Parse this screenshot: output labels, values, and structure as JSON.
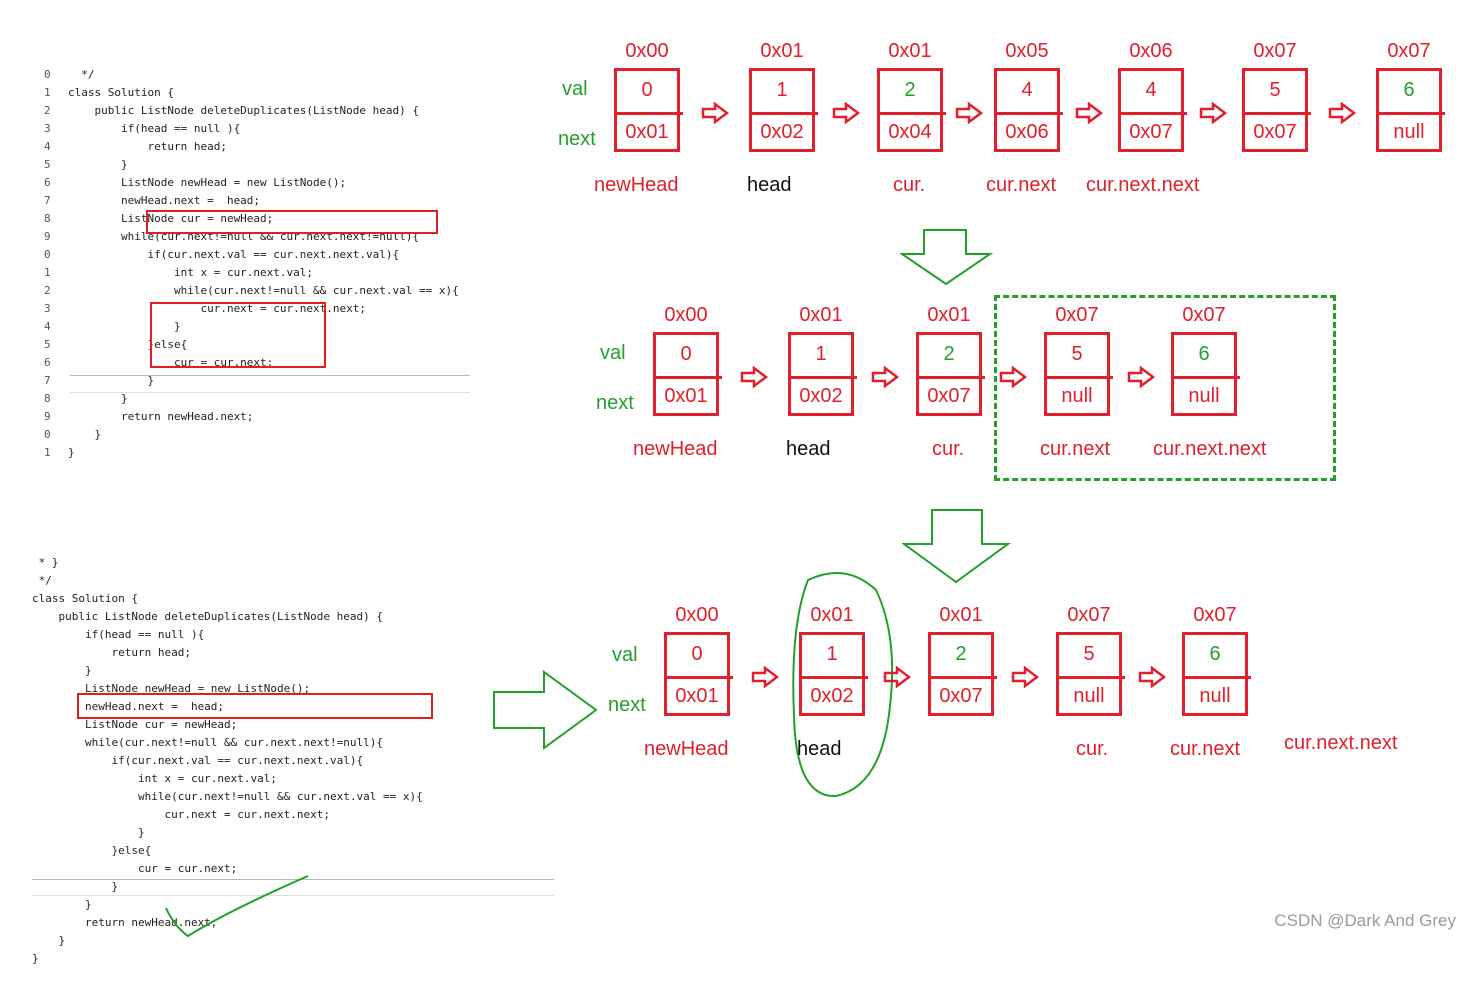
{
  "code_top": {
    "lines": [
      {
        "n": "0",
        "t": "  */"
      },
      {
        "n": "1",
        "t": "class Solution {"
      },
      {
        "n": "2",
        "t": "    public ListNode deleteDuplicates(ListNode head) {"
      },
      {
        "n": "3",
        "t": "        if(head == null ){"
      },
      {
        "n": "4",
        "t": "            return head;"
      },
      {
        "n": "5",
        "t": "        }"
      },
      {
        "n": "6",
        "t": "        ListNode newHead = new ListNode();"
      },
      {
        "n": "7",
        "t": "        newHead.next =  head;"
      },
      {
        "n": "8",
        "t": "        ListNode cur = newHead;"
      },
      {
        "n": "9",
        "t": "        while(cur.next!=null && cur.next.next!=null){"
      },
      {
        "n": "0",
        "t": "            if(cur.next.val == cur.next.next.val){"
      },
      {
        "n": "1",
        "t": "                int x = cur.next.val;"
      },
      {
        "n": "2",
        "t": "                while(cur.next!=null && cur.next.val == x){"
      },
      {
        "n": "3",
        "t": "                    cur.next = cur.next.next;"
      },
      {
        "n": "4",
        "t": "                }"
      },
      {
        "n": "5",
        "t": "            }else{"
      },
      {
        "n": "6",
        "t": "                cur = cur.next;"
      },
      {
        "n": "7",
        "t": "            }"
      },
      {
        "n": "8",
        "t": "        }"
      },
      {
        "n": "9",
        "t": "        return newHead.next;"
      },
      {
        "n": "0",
        "t": "    }"
      },
      {
        "n": "1",
        "t": "}"
      }
    ]
  },
  "code_bottom": {
    "lines": [
      " * }",
      " */",
      "class Solution {",
      "    public ListNode deleteDuplicates(ListNode head) {",
      "        if(head == null ){",
      "            return head;",
      "        }",
      "        ListNode newHead = new ListNode();",
      "        newHead.next =  head;",
      "        ListNode cur = newHead;",
      "        while(cur.next!=null && cur.next.next!=null){",
      "            if(cur.next.val == cur.next.next.val){",
      "                int x = cur.next.val;",
      "                while(cur.next!=null && cur.next.val == x){",
      "                    cur.next = cur.next.next;",
      "                }",
      "            }else{",
      "                cur = cur.next;",
      "            }",
      "        }",
      "        return newHead.next;",
      "    }",
      "}"
    ]
  },
  "row1": {
    "field_val": "val",
    "field_next": "next",
    "nodes": [
      {
        "addr": "0x00",
        "val": "0",
        "next": "0x01",
        "label": "newHead"
      },
      {
        "addr": "0x01",
        "val": "1",
        "next": "0x02",
        "label": "head"
      },
      {
        "addr": "0x01",
        "val": "2",
        "next": "0x04",
        "label": "cur."
      },
      {
        "addr": "0x05",
        "val": "4",
        "next": "0x06",
        "label": "cur.next"
      },
      {
        "addr": "0x06",
        "val": "4",
        "next": "0x07",
        "label": "cur.next.next"
      },
      {
        "addr": "0x07",
        "val": "5",
        "next": "0x07",
        "label": ""
      },
      {
        "addr": "0x07",
        "val": "6",
        "next": "null",
        "label": ""
      }
    ]
  },
  "row2": {
    "field_val": "val",
    "field_next": "next",
    "nodes": [
      {
        "addr": "0x00",
        "val": "0",
        "next": "0x01",
        "label": "newHead"
      },
      {
        "addr": "0x01",
        "val": "1",
        "next": "0x02",
        "label": "head"
      },
      {
        "addr": "0x01",
        "val": "2",
        "next": "0x07",
        "label": "cur."
      },
      {
        "addr": "0x07",
        "val": "5",
        "next": "null",
        "label": "cur.next"
      },
      {
        "addr": "0x07",
        "val": "6",
        "next": "null",
        "label": "cur.next.next"
      }
    ]
  },
  "row3": {
    "field_val": "val",
    "field_next": "next",
    "nodes": [
      {
        "addr": "0x00",
        "val": "0",
        "next": "0x01",
        "label": "newHead"
      },
      {
        "addr": "0x01",
        "val": "1",
        "next": "0x02",
        "label": "head"
      },
      {
        "addr": "0x01",
        "val": "2",
        "next": "0x07",
        "label": ""
      },
      {
        "addr": "0x07",
        "val": "5",
        "next": "null",
        "label": "cur."
      },
      {
        "addr": "0x07",
        "val": "6",
        "next": "null",
        "label": "cur.next"
      }
    ],
    "extra_label": "cur.next.next"
  },
  "watermark": "CSDN @Dark And Grey",
  "colors": {
    "red": "#e0202c",
    "green": "#22a02a"
  }
}
